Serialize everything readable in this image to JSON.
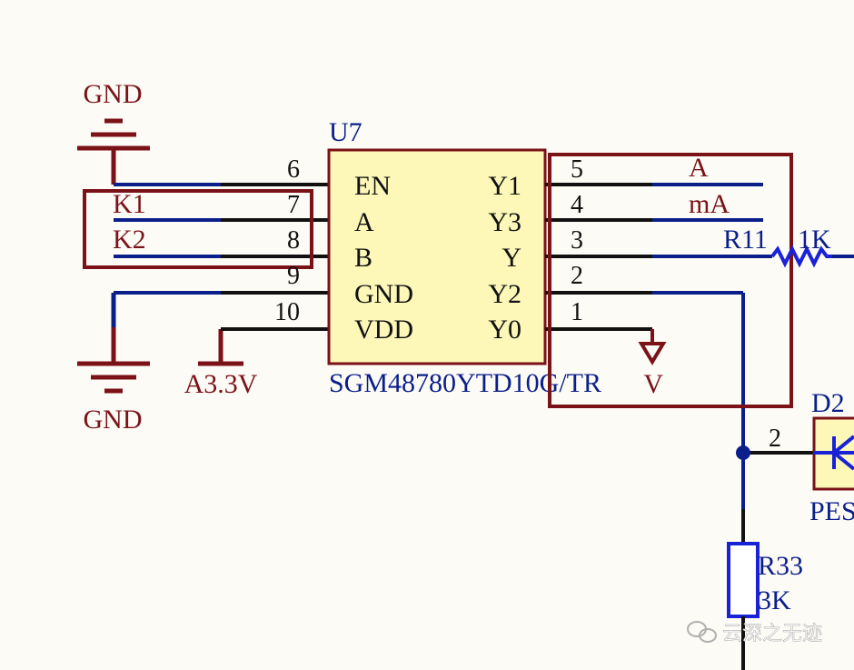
{
  "colors": {
    "background": "#fdfbf6",
    "wire_black": "#111111",
    "wire_blue": "#0a1f8a",
    "net_dark_red": "#7a1218",
    "component_blue": "#1a22d8",
    "ic_fill": "#fdf7b8",
    "junction": "#0a1f8a",
    "watermark": "#b0b0b0"
  },
  "schematic": {
    "gnd_top": "GND",
    "gnd_bottom": "GND",
    "power_a33": "A3.3V",
    "net_k1": "K1",
    "net_k2": "K2",
    "net_a": "A",
    "net_ma": "mA",
    "ground_right": "V",
    "ic": {
      "designator": "U7",
      "part": "SGM48780YTD10G/TR",
      "left_pins": [
        {
          "num": "6",
          "name": "EN"
        },
        {
          "num": "7",
          "name": "A"
        },
        {
          "num": "8",
          "name": "B"
        },
        {
          "num": "9",
          "name": "GND"
        },
        {
          "num": "10",
          "name": "VDD"
        }
      ],
      "right_pins": [
        {
          "num": "5",
          "name": "Y1"
        },
        {
          "num": "4",
          "name": "Y3"
        },
        {
          "num": "3",
          "name": "Y"
        },
        {
          "num": "2",
          "name": "Y2"
        },
        {
          "num": "1",
          "name": "Y0"
        }
      ]
    },
    "r11": {
      "designator": "R11",
      "value": "1K"
    },
    "r33": {
      "designator": "R33",
      "value": "3K"
    },
    "d2": {
      "designator": "D2",
      "part": "PES",
      "pin": "2"
    }
  },
  "watermark": {
    "icon": "wechat-icon",
    "text": "云深之无迹"
  }
}
